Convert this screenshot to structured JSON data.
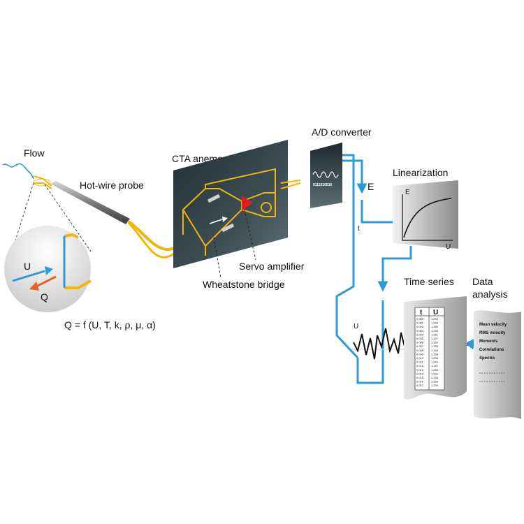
{
  "labels": {
    "flow": "Flow",
    "probe": "Hot-wire probe",
    "cta": "CTA anemometer",
    "servo": "Servo amplifier",
    "bridge": "Wheatstone bridge",
    "ad": "A/D converter",
    "ad_bits": "0111010010",
    "E": "E",
    "t": "t",
    "linearization": "Linearization",
    "lin_E": "E",
    "lin_U": "U",
    "time_series": "Time series",
    "ts_U": "U",
    "ts_t": "t",
    "data_analysis_1": "Data",
    "data_analysis_2": "analysis",
    "inset_U": "U",
    "inset_Q": "Q",
    "formula": "Q = f (U, T, k, ρ, μ, α)",
    "table_t": "t",
    "table_U": "U"
  },
  "table_rows": [
    {
      "t": "0.000",
      "u": "1.234"
    },
    {
      "t": "0.001",
      "u": "1.243"
    },
    {
      "t": "0.002",
      "u": "1.256"
    },
    {
      "t": "0.003",
      "u": "1.238"
    },
    {
      "t": "0.004",
      "u": "1.261"
    },
    {
      "t": "0.005",
      "u": "1.247"
    },
    {
      "t": "0.006",
      "u": "1.252"
    },
    {
      "t": "0.007",
      "u": "1.229"
    },
    {
      "t": "0.008",
      "u": "1.244"
    },
    {
      "t": "0.009",
      "u": "1.258"
    },
    {
      "t": "0.010",
      "u": "1.236"
    },
    {
      "t": "0.011",
      "u": "1.249"
    },
    {
      "t": "0.012",
      "u": "1.241"
    },
    {
      "t": "0.013",
      "u": "1.255"
    },
    {
      "t": "0.014",
      "u": "1.232"
    },
    {
      "t": "0.015",
      "u": "1.246"
    },
    {
      "t": "0.016",
      "u": "1.259"
    },
    {
      "t": "0.017",
      "u": "1.239"
    }
  ],
  "analysis_items": [
    "Mean velocity",
    "RMS velocity",
    "Moments",
    "Correlations",
    "Spectra"
  ],
  "colors": {
    "wire": "#f2b705",
    "signal": "#2b9ad6",
    "panel_dark": "#2b3b40",
    "servo": "#e0201b"
  }
}
